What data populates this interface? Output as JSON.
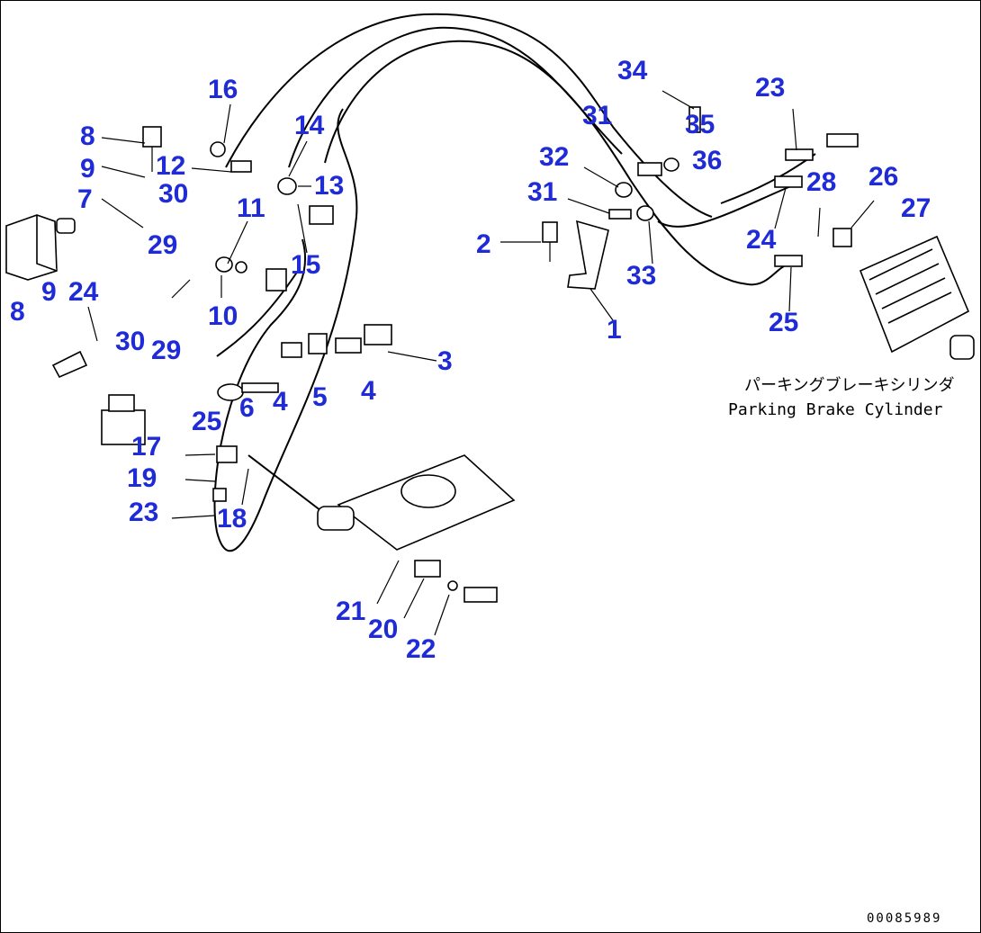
{
  "diagram": {
    "labels": [
      "1",
      "2",
      "3",
      "4",
      "4",
      "5",
      "6",
      "7",
      "8",
      "8",
      "9",
      "9",
      "10",
      "11",
      "12",
      "13",
      "14",
      "15",
      "16",
      "17",
      "18",
      "19",
      "20",
      "21",
      "22",
      "23",
      "23",
      "24",
      "24",
      "25",
      "25",
      "26",
      "27",
      "28",
      "29",
      "29",
      "30",
      "30",
      "31",
      "31",
      "32",
      "33",
      "34",
      "35",
      "36"
    ],
    "caption_jp": "パーキングブレーキシリンダ",
    "caption_en": "Parking Brake Cylinder",
    "drawing_code": "00085989"
  },
  "colors": {
    "label": "#1f2bd6",
    "line": "#000000",
    "background": "#ffffff"
  }
}
